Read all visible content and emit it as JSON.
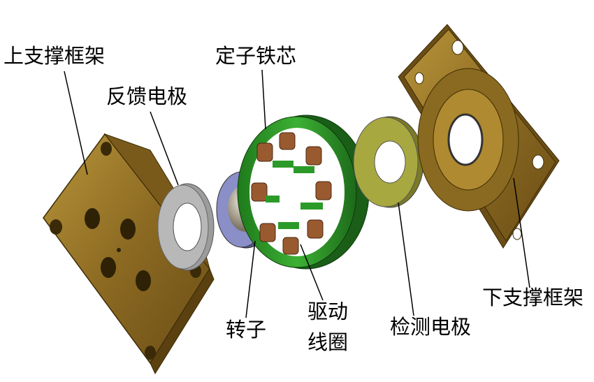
{
  "labels": {
    "upper_frame": "上支撑框架",
    "feedback_electrode": "反馈电极",
    "stator_core": "定子铁芯",
    "rotor": "转子",
    "drive_coil_line1": "驱动",
    "drive_coil_line2": "线圈",
    "detect_electrode": "检测电极",
    "lower_frame": "下支撑框架"
  },
  "colors": {
    "brass": "#9a7a2a",
    "brass_dark": "#5e4512",
    "stator_green": "#2f9a2a",
    "coil_copper": "#9a5a30",
    "electrode_gray": "#a8a8a8",
    "detect_olive": "#8a8a30",
    "rotor_blue": "#6a70b8"
  }
}
